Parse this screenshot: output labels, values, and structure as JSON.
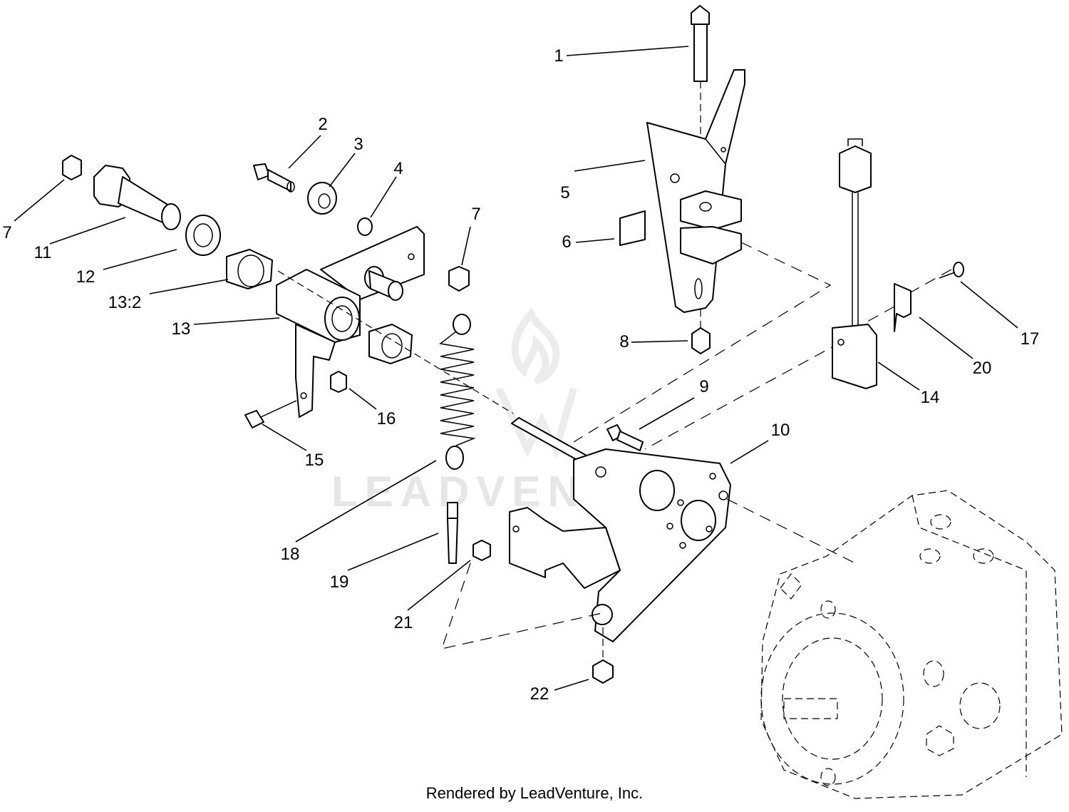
{
  "callouts": [
    "1",
    "2",
    "3",
    "4",
    "5",
    "6",
    "7",
    "7",
    "8",
    "9",
    "10",
    "11",
    "12",
    "13:2",
    "13",
    "14",
    "15",
    "16",
    "17",
    "18",
    "19",
    "20",
    "21",
    "22"
  ],
  "watermark": "LEADVENTURE",
  "credit": "Rendered by LeadVenture, Inc."
}
